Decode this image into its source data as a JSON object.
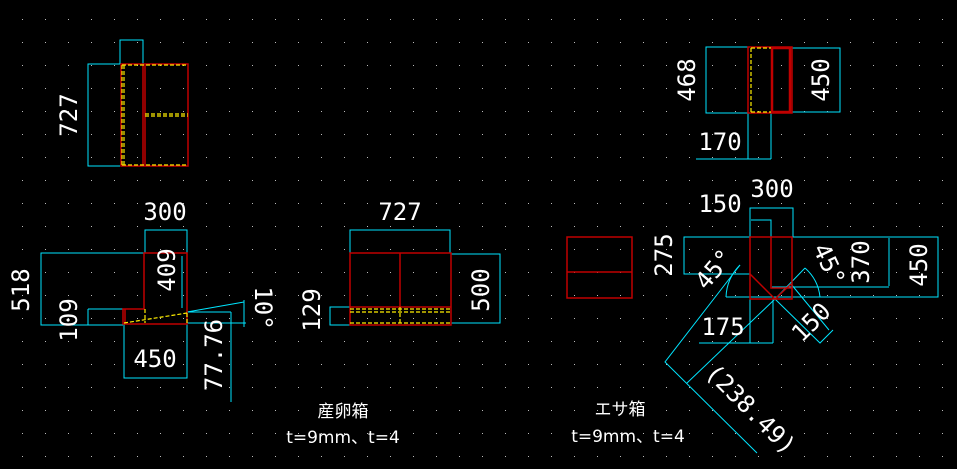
{
  "colors": {
    "background": "#000000",
    "dimension": "#00e5ff",
    "outline": "#c00000",
    "hidden": "#ffee00",
    "text": "#ffffff"
  },
  "top_left": {
    "height": "727"
  },
  "top_right": {
    "left": "468",
    "right": "450",
    "bottom": "170"
  },
  "mid_left": {
    "width": "300",
    "height": "518",
    "step": "109",
    "inner": "409",
    "bottom": "450",
    "angle": "10°",
    "drop": "77.76"
  },
  "mid_center": {
    "width": "727",
    "right": "500",
    "left": "129"
  },
  "right": {
    "small_top": "150",
    "top": "300",
    "left": "275",
    "angle_left": "45°",
    "angle_right": "45°",
    "inner": "370",
    "outer": "450",
    "bottom": "175",
    "diag": "150",
    "diag_long": "(238.49)"
  },
  "notes": {
    "egg_box_title": "産卵箱",
    "egg_box_spec": "t=9mm、t=4",
    "feed_box_title": "エサ箱",
    "feed_box_spec": "t=9mm、t=4"
  }
}
